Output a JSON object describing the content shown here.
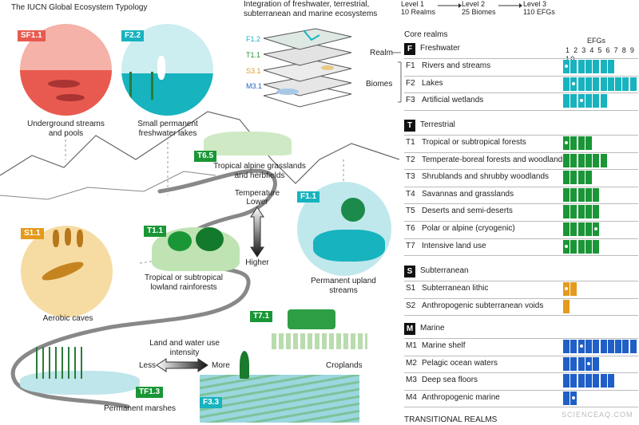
{
  "colors": {
    "freshwater": "#17b3bf",
    "terrestrial": "#1a9636",
    "subterranean": "#e49a1d",
    "marine": "#1f5fc7",
    "red": "#e85a4f"
  },
  "left": {
    "title": "The IUCN Global Ecosystem Typology",
    "sf11_code": "SF1.1",
    "sf11_label": "Underground streams and pools",
    "f22_code": "F2.2",
    "f22_label": "Small permanent freshwater lakes",
    "t65_code": "T6.5",
    "t65_label": "Tropical alpine grasslands and herbfields",
    "temp_title": "Temperature",
    "temp_lower": "Lower",
    "temp_higher": "Higher",
    "f11_code": "F1.1",
    "f11_label": "Permanent upland streams",
    "s11_code": "S1.1",
    "s11_label": "Aerobic caves",
    "t11_code": "T1.1",
    "t11_label": "Tropical or subtropical lowland rainforests",
    "t71_code": "T7.1",
    "t71_label": "Croplands",
    "land_use_title": "Land and water use intensity",
    "less": "Less",
    "more": "More",
    "tf13_code": "TF1.3",
    "tf13_label": "Permanent marshes",
    "f33_code": "F3.3"
  },
  "middle": {
    "title": "Integration of freshwater, terrestrial, subterranean and marine ecosystems",
    "layers": [
      "F1.2",
      "T1.1",
      "S3.1",
      "M3.1"
    ],
    "realm_label": "Realm",
    "biomes_label": "Biomes"
  },
  "header": {
    "level1": "Level 1",
    "level1_sub": "10 Realms",
    "level2": "Level 2",
    "level2_sub": "25 Biomes",
    "level3": "Level 3",
    "level3_sub": "110 EFGs",
    "core_realms": "Core realms",
    "efgs": "EFGs",
    "efg_numbers": "1 2 3 4 5 6 7 8 9 10"
  },
  "realms": [
    {
      "code": "F",
      "name": "Freshwater",
      "color": "freshwater",
      "biomes": [
        {
          "code": "F1",
          "name": "Rivers and streams",
          "efgs": 7,
          "dot": 1
        },
        {
          "code": "F2",
          "name": "Lakes",
          "efgs": 10,
          "dot": 2
        },
        {
          "code": "F3",
          "name": "Artificial wetlands",
          "efgs": 6,
          "dot": 3
        }
      ]
    },
    {
      "code": "T",
      "name": "Terrestrial",
      "color": "terrestrial",
      "biomes": [
        {
          "code": "T1",
          "name": "Tropical or subtropical forests",
          "efgs": 4,
          "dot": 1
        },
        {
          "code": "T2",
          "name": "Temperate-boreal forests and woodlands",
          "efgs": 6,
          "dot": 0
        },
        {
          "code": "T3",
          "name": "Shrublands and shrubby woodlands",
          "efgs": 4,
          "dot": 0
        },
        {
          "code": "T4",
          "name": "Savannas and grasslands",
          "efgs": 5,
          "dot": 0
        },
        {
          "code": "T5",
          "name": "Deserts and semi-deserts",
          "efgs": 5,
          "dot": 0
        },
        {
          "code": "T6",
          "name": "Polar or alpine (cryogenic)",
          "efgs": 5,
          "dot": 5
        },
        {
          "code": "T7",
          "name": "Intensive land use",
          "efgs": 5,
          "dot": 1
        }
      ]
    },
    {
      "code": "S",
      "name": "Subterranean",
      "color": "subterranean",
      "biomes": [
        {
          "code": "S1",
          "name": "Subterranean lithic",
          "efgs": 2,
          "dot": 1
        },
        {
          "code": "S2",
          "name": "Anthropogenic subterranean voids",
          "efgs": 1,
          "dot": 0
        }
      ]
    },
    {
      "code": "M",
      "name": "Marine",
      "color": "marine",
      "biomes": [
        {
          "code": "M1",
          "name": "Marine shelf",
          "efgs": 10,
          "dot": 3
        },
        {
          "code": "M2",
          "name": "Pelagic ocean waters",
          "efgs": 5,
          "dot": 4
        },
        {
          "code": "M3",
          "name": "Deep sea floors",
          "efgs": 7,
          "dot": 0
        },
        {
          "code": "M4",
          "name": "Anthropogenic marine",
          "efgs": 2,
          "dot": 2
        }
      ]
    }
  ],
  "footer_partial": "TRANSITIONAL REALMS",
  "watermark": "SCIENCEAQ.COM"
}
